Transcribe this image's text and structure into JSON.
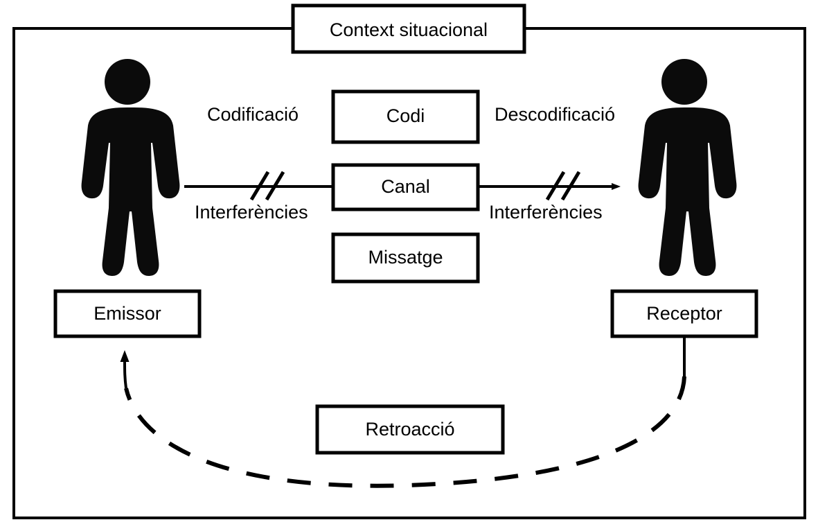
{
  "diagram": {
    "title": "Context situacional",
    "language": "ca",
    "frame": {
      "label": "Context situacional"
    },
    "boxes": [
      {
        "id": "context",
        "label": "Context situacional"
      },
      {
        "id": "codi",
        "label": "Codi"
      },
      {
        "id": "canal",
        "label": "Canal"
      },
      {
        "id": "missatge",
        "label": "Missatge"
      },
      {
        "id": "emissor",
        "label": "Emissor"
      },
      {
        "id": "receptor",
        "label": "Receptor"
      },
      {
        "id": "retroaccio",
        "label": "Retroacció"
      }
    ],
    "labels": [
      {
        "id": "codificacio",
        "label": "Codificació"
      },
      {
        "id": "descodificacio",
        "label": "Descodificació"
      },
      {
        "id": "interferencies-left",
        "label": "Interferències"
      },
      {
        "id": "interferencies-right",
        "label": "Interferències"
      }
    ],
    "actors": [
      {
        "id": "sender-figure",
        "label": "Emissor"
      },
      {
        "id": "receiver-figure",
        "label": "Receptor"
      }
    ],
    "connectors": [
      {
        "id": "transmission-arrow",
        "style": "solid",
        "direction": "left-to-right"
      },
      {
        "id": "feedback-curve",
        "style": "dashed",
        "direction": "right-to-left"
      }
    ],
    "colors": {
      "stroke": "#000000",
      "fill": "#ffffff",
      "figure": "#0b0b0b"
    }
  }
}
